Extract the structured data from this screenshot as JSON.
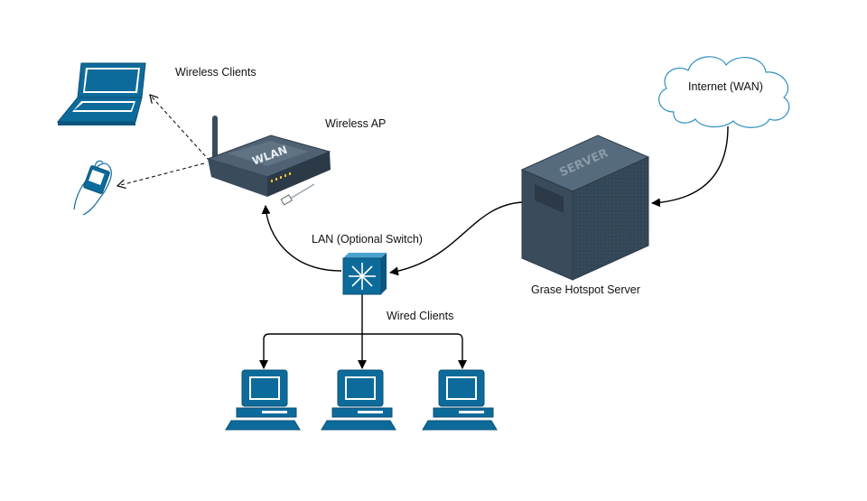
{
  "labels": {
    "wireless_clients": "Wireless Clients",
    "wireless_ap": "Wireless AP",
    "internet": "Internet (WAN)",
    "lan": "LAN (Optional Switch)",
    "server": "Grase Hotspot Server",
    "wired_clients": "Wired Clients"
  },
  "device_text": {
    "ap_brand": "WLAN",
    "server_brand": "SERVER"
  },
  "colors": {
    "device_blue": "#0d6b9b",
    "device_dark": "#3a4b5c",
    "stroke": "#000000"
  }
}
